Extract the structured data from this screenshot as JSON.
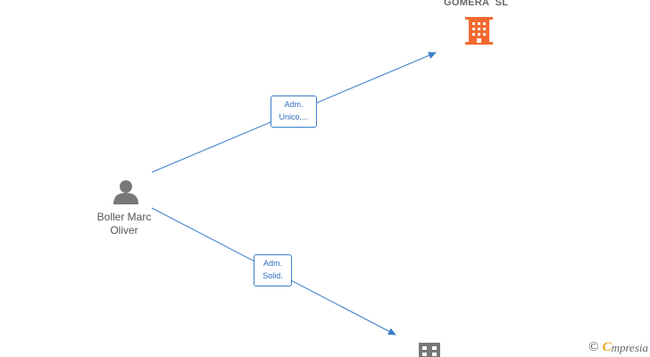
{
  "nodes": {
    "person": {
      "name_line1": "Boller Marc",
      "name_line2": "Oliver",
      "icon": "person-icon"
    },
    "company_top": {
      "name": "GOMERA  SL",
      "icon": "building-icon",
      "color": "#f26a2e"
    },
    "company_bottom": {
      "name": "",
      "icon": "building-icon",
      "color": "#777777"
    }
  },
  "edges": [
    {
      "label_line1": "Adm.",
      "label_line2": "Unico,...",
      "color": "#3a7dc9"
    },
    {
      "label_line1": "Adm.",
      "label_line2": "Solid.",
      "color": "#3a7dc9"
    }
  ],
  "watermark": {
    "copyright": "©",
    "brand_initial": "C",
    "brand_rest": "mpresia"
  }
}
